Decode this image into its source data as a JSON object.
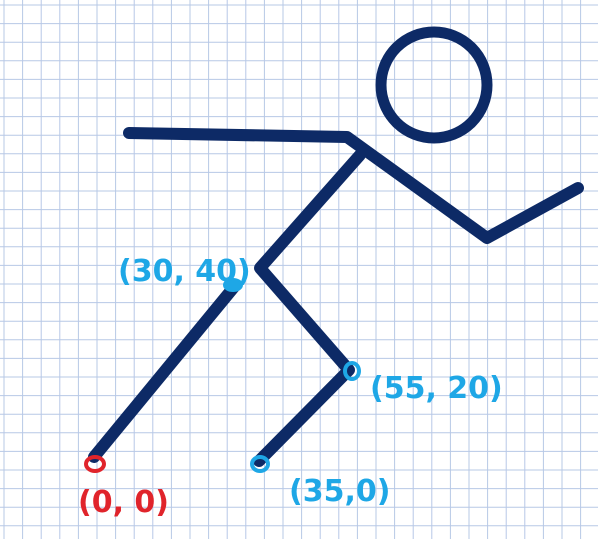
{
  "colors": {
    "figure": "#0d2a66",
    "grid": "#b7c8e6",
    "origin": "#e0242b",
    "points": "#1ea7e6",
    "background": "#ffffff"
  },
  "points": [
    {
      "id": "origin",
      "label": "(0, 0)",
      "x": 0,
      "y": 0,
      "color_key": "origin"
    },
    {
      "id": "knee-left",
      "label": "(30, 40)",
      "x": 30,
      "y": 40,
      "color_key": "points"
    },
    {
      "id": "knee-right",
      "label": "(55, 20)",
      "x": 55,
      "y": 20,
      "color_key": "points"
    },
    {
      "id": "foot-right",
      "label": "(35,0)",
      "x": 35,
      "y": 0,
      "color_key": "points"
    }
  ]
}
